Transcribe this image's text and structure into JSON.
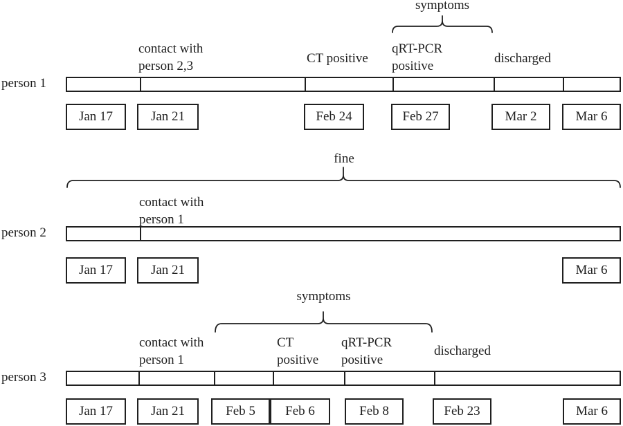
{
  "colors": {
    "line": "#1f1f1f",
    "background": "#ffffff"
  },
  "rows": [
    {
      "person": "person 1",
      "brace_label": "symptoms",
      "annotations": {
        "contact": {
          "line1": "contact with",
          "line2": "person 2,3"
        },
        "ct": {
          "line1": "CT positive"
        },
        "qrtpcr": {
          "line1": "qRT-PCR",
          "line2": "positive"
        },
        "discharged": {
          "line1": "discharged"
        }
      },
      "dates": [
        "Jan 17",
        "Jan 21",
        "Feb 24",
        "Feb 27",
        "Mar 2",
        "Mar 6"
      ]
    },
    {
      "person": "person 2",
      "brace_label": "fine",
      "annotations": {
        "contact": {
          "line1": "contact with",
          "line2": "person 1"
        }
      },
      "dates": [
        "Jan 17",
        "Jan 21",
        "Mar 6"
      ]
    },
    {
      "person": "person 3",
      "brace_label": "symptoms",
      "annotations": {
        "contact": {
          "line1": "contact with",
          "line2": "person 1"
        },
        "ct": {
          "line1": "CT",
          "line2": "positive"
        },
        "qrtpcr": {
          "line1": "qRT-PCR",
          "line2": "positive"
        },
        "discharged": {
          "line1": "discharged"
        }
      },
      "dates": [
        "Jan 17",
        "Jan 21",
        "Feb 5",
        "Feb 6",
        "Feb 8",
        "Feb 23",
        "Mar 6"
      ]
    }
  ]
}
